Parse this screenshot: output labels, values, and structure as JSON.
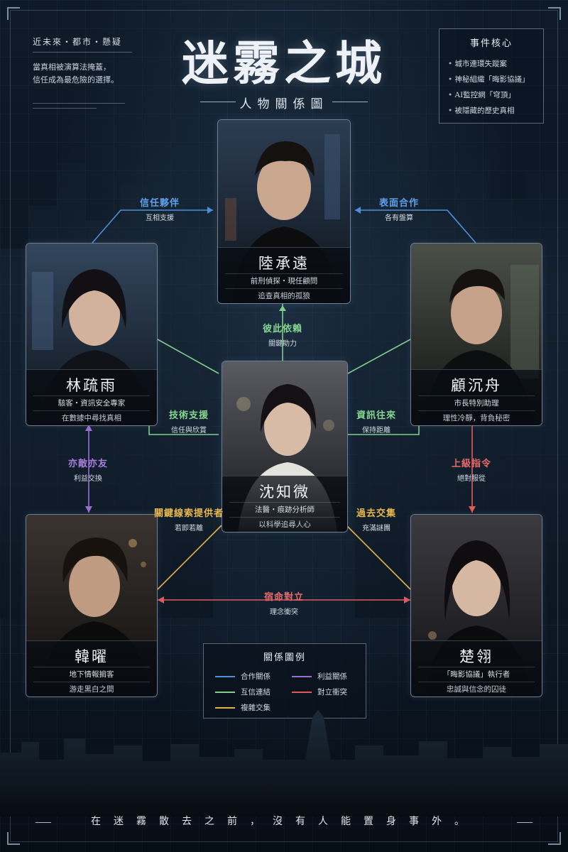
{
  "header": {
    "tagline": "近未來・都市・懸疑",
    "desc_line1": "當真相被演算法掩蓋，",
    "desc_line2": "信任成為最危險的選擇。",
    "title": "迷霧之城",
    "subtitle": "人物關係圖"
  },
  "core": {
    "title": "事件核心",
    "items": [
      "城市連環失蹤案",
      "神秘組織「晦影協議」",
      "AI監控網「穹頂」",
      "被隱藏的歷史真相"
    ]
  },
  "characters": {
    "lu": {
      "name": "陸承遠",
      "role": "前刑偵探・現任顧問",
      "note": "追查真相的孤狼"
    },
    "lin": {
      "name": "林疏雨",
      "role": "駭客・資訊安全專家",
      "note": "在數據中尋找真相"
    },
    "gu": {
      "name": "顧沉舟",
      "role": "市長特別助理",
      "note": "理性冷靜，背負秘密"
    },
    "shen": {
      "name": "沈知微",
      "role": "法醫・痕跡分析師",
      "note": "以科學追尋人心"
    },
    "han": {
      "name": "韓曜",
      "role": "地下情報掮客",
      "note": "游走黑白之間"
    },
    "chu": {
      "name": "楚翎",
      "role": "「晦影協議」執行者",
      "note": "忠誠與信念的囚徒"
    }
  },
  "relations": {
    "lu_lin": {
      "title": "信任夥伴",
      "sub": "互相支援"
    },
    "lu_gu": {
      "title": "表面合作",
      "sub": "各有盤算"
    },
    "lu_shen": {
      "title": "彼此依賴",
      "sub": "關鍵助力"
    },
    "lin_shen": {
      "title": "技術支援",
      "sub": "信任與欣賞"
    },
    "gu_shen": {
      "title": "資訊往來",
      "sub": "保持距離"
    },
    "lin_han": {
      "title": "亦敵亦友",
      "sub": "利益交換"
    },
    "gu_chu": {
      "title": "上級指令",
      "sub": "絕對服從"
    },
    "shen_han": {
      "title": "關鍵線索提供者",
      "sub": "若即若離"
    },
    "shen_chu": {
      "title": "過去交集",
      "sub": "充滿謎團"
    },
    "han_chu": {
      "title": "宿命對立",
      "sub": "理念衝突"
    }
  },
  "legend": {
    "title": "關係圖例",
    "cooperation": "合作關係",
    "interest": "利益關係",
    "trust": "互信連結",
    "conflict": "對立衝突",
    "complex": "複雜交集"
  },
  "colors": {
    "cooperation": "#4f8fd6",
    "interest": "#9a6fd0",
    "trust": "#7fcf8a",
    "conflict": "#e05a5a",
    "complex": "#e3b24a"
  },
  "footer": "在迷霧散去之前，沒有人能置身事外。"
}
